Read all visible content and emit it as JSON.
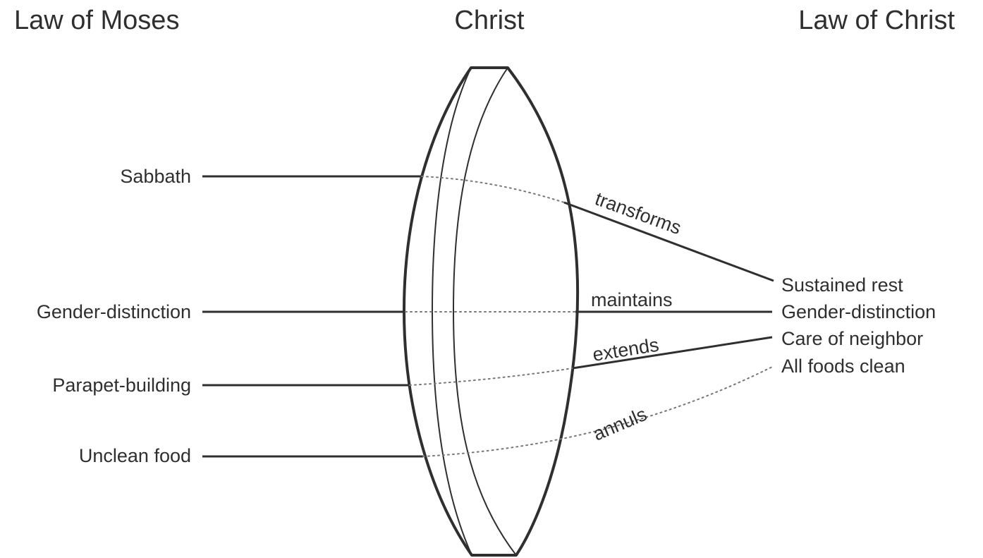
{
  "headings": {
    "left": "Law of Moses",
    "center": "Christ",
    "right": "Law of Christ"
  },
  "left_items": [
    "Sabbath",
    "Gender-distinction",
    "Parapet-building",
    "Unclean food"
  ],
  "right_items": [
    "Sustained rest",
    "Gender-distinction",
    "Care of neighbor",
    "All foods clean"
  ],
  "relations": [
    "transforms",
    "maintains",
    "extends",
    "annuls"
  ]
}
